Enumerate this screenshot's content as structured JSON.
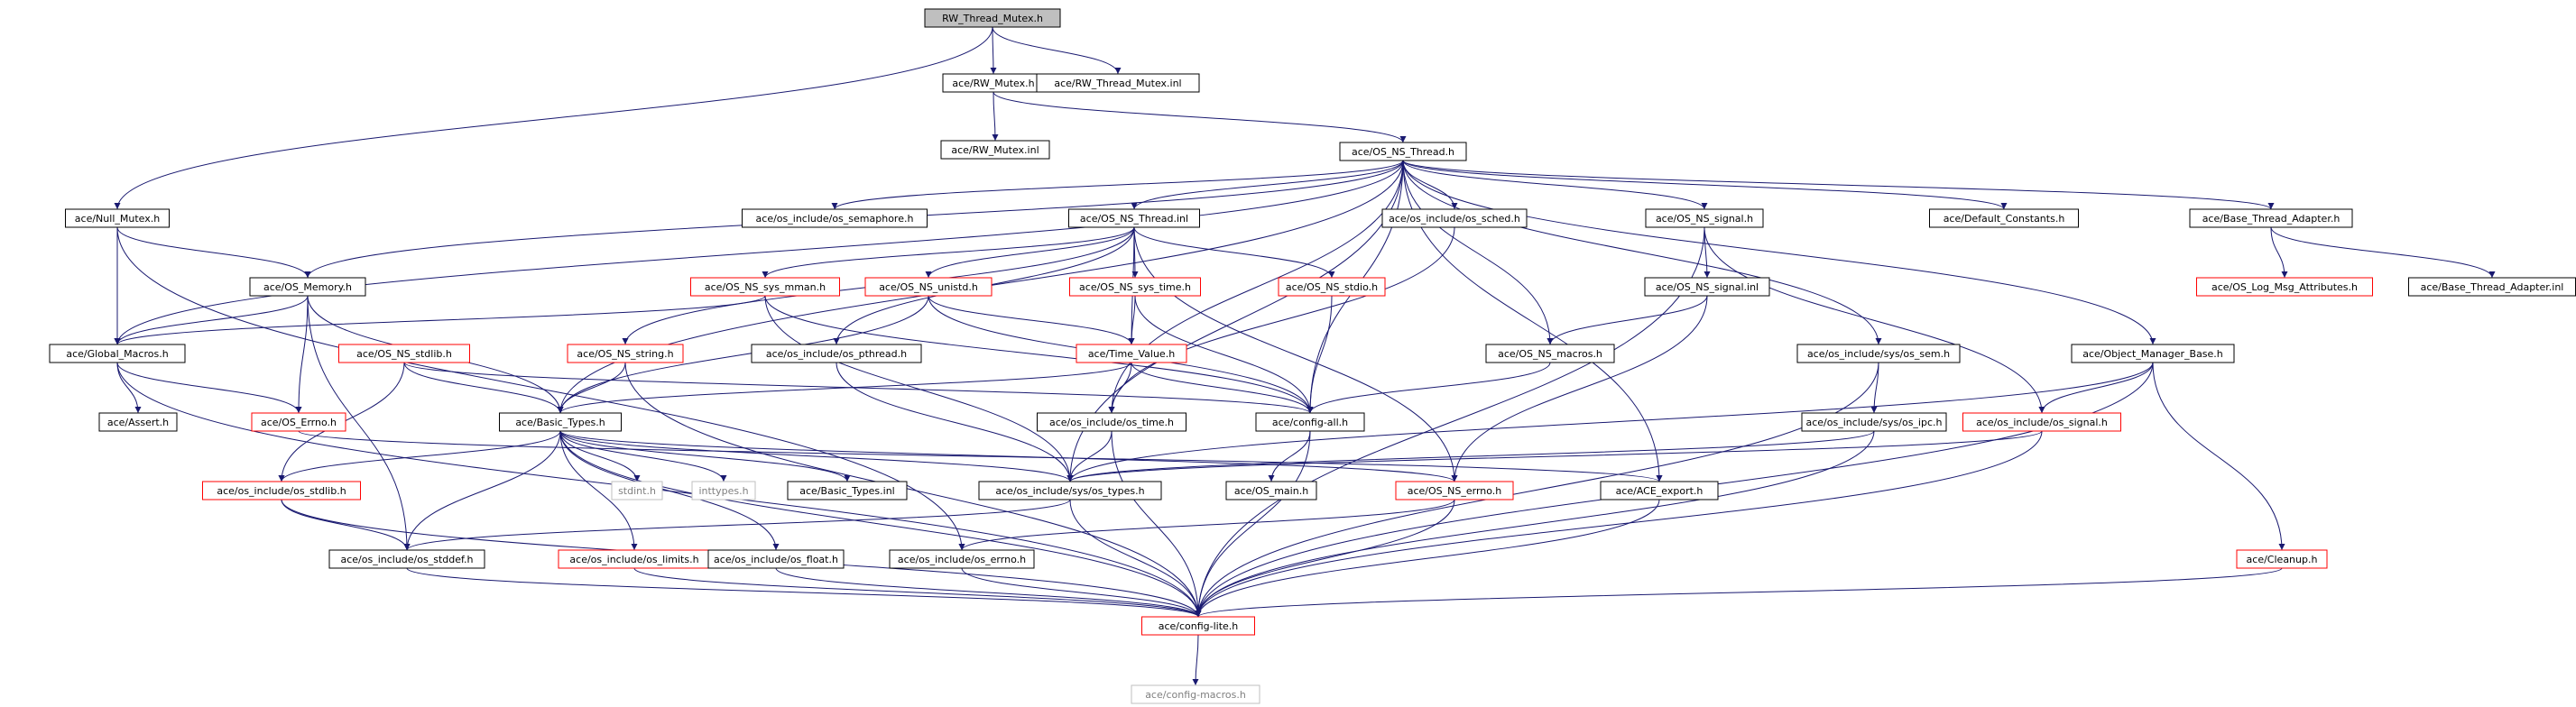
{
  "colors": {
    "edge": "#191970",
    "border_normal": "#000000",
    "border_truncated": "#ff0000",
    "border_external": "#bfbfbf",
    "root_fill": "#bfbfbf",
    "text_normal": "#000000",
    "text_external": "#808080"
  },
  "nodes": [
    {
      "id": "n0",
      "label": "RW_Thread_Mutex.h",
      "style": "root"
    },
    {
      "id": "n1",
      "label": "ace/RW_Mutex.h",
      "style": "normal"
    },
    {
      "id": "n2",
      "label": "ace/RW_Thread_Mutex.inl",
      "style": "normal"
    },
    {
      "id": "n3",
      "label": "ace/RW_Mutex.inl",
      "style": "normal"
    },
    {
      "id": "n4",
      "label": "ace/OS_NS_Thread.h",
      "style": "normal"
    },
    {
      "id": "n5",
      "label": "ace/Null_Mutex.h",
      "style": "normal"
    },
    {
      "id": "n6",
      "label": "ace/os_include/os_semaphore.h",
      "style": "normal"
    },
    {
      "id": "n7",
      "label": "ace/OS_NS_Thread.inl",
      "style": "normal"
    },
    {
      "id": "n8",
      "label": "ace/os_include/os_sched.h",
      "style": "normal"
    },
    {
      "id": "n9",
      "label": "ace/OS_NS_signal.h",
      "style": "normal"
    },
    {
      "id": "n10",
      "label": "ace/Default_Constants.h",
      "style": "normal"
    },
    {
      "id": "n11",
      "label": "ace/Base_Thread_Adapter.h",
      "style": "normal"
    },
    {
      "id": "n12",
      "label": "ace/OS_Memory.h",
      "style": "normal"
    },
    {
      "id": "n13",
      "label": "ace/OS_NS_sys_mman.h",
      "style": "truncated"
    },
    {
      "id": "n14",
      "label": "ace/OS_NS_unistd.h",
      "style": "truncated"
    },
    {
      "id": "n15",
      "label": "ace/OS_NS_sys_time.h",
      "style": "truncated"
    },
    {
      "id": "n16",
      "label": "ace/OS_NS_stdio.h",
      "style": "truncated"
    },
    {
      "id": "n17",
      "label": "ace/OS_NS_signal.inl",
      "style": "normal"
    },
    {
      "id": "n18",
      "label": "ace/OS_Log_Msg_Attributes.h",
      "style": "truncated"
    },
    {
      "id": "n19",
      "label": "ace/Base_Thread_Adapter.inl",
      "style": "normal"
    },
    {
      "id": "n20",
      "label": "ace/Global_Macros.h",
      "style": "normal"
    },
    {
      "id": "n21",
      "label": "ace/OS_NS_stdlib.h",
      "style": "truncated"
    },
    {
      "id": "n22",
      "label": "ace/OS_NS_string.h",
      "style": "truncated"
    },
    {
      "id": "n23",
      "label": "ace/os_include/os_pthread.h",
      "style": "normal"
    },
    {
      "id": "n24",
      "label": "ace/Time_Value.h",
      "style": "truncated"
    },
    {
      "id": "n25",
      "label": "ace/OS_NS_macros.h",
      "style": "normal"
    },
    {
      "id": "n26",
      "label": "ace/os_include/sys/os_sem.h",
      "style": "normal"
    },
    {
      "id": "n27",
      "label": "ace/Object_Manager_Base.h",
      "style": "normal"
    },
    {
      "id": "n28",
      "label": "ace/Assert.h",
      "style": "normal"
    },
    {
      "id": "n29",
      "label": "ace/OS_Errno.h",
      "style": "truncated"
    },
    {
      "id": "n30",
      "label": "ace/Basic_Types.h",
      "style": "normal"
    },
    {
      "id": "n31",
      "label": "ace/os_include/os_time.h",
      "style": "normal"
    },
    {
      "id": "n32",
      "label": "ace/config-all.h",
      "style": "normal"
    },
    {
      "id": "n33",
      "label": "ace/os_include/sys/os_ipc.h",
      "style": "normal"
    },
    {
      "id": "n34",
      "label": "ace/os_include/os_signal.h",
      "style": "truncated"
    },
    {
      "id": "n35",
      "label": "ace/os_include/os_stdlib.h",
      "style": "truncated"
    },
    {
      "id": "n36",
      "label": "stdint.h",
      "style": "external"
    },
    {
      "id": "n37",
      "label": "inttypes.h",
      "style": "external"
    },
    {
      "id": "n38",
      "label": "ace/Basic_Types.inl",
      "style": "normal"
    },
    {
      "id": "n39",
      "label": "ace/os_include/sys/os_types.h",
      "style": "normal"
    },
    {
      "id": "n40",
      "label": "ace/OS_main.h",
      "style": "normal"
    },
    {
      "id": "n41",
      "label": "ace/OS_NS_errno.h",
      "style": "truncated"
    },
    {
      "id": "n42",
      "label": "ace/ACE_export.h",
      "style": "normal"
    },
    {
      "id": "n43",
      "label": "ace/os_include/os_stddef.h",
      "style": "normal"
    },
    {
      "id": "n44",
      "label": "ace/os_include/os_limits.h",
      "style": "truncated"
    },
    {
      "id": "n45",
      "label": "ace/os_include/os_float.h",
      "style": "normal"
    },
    {
      "id": "n46",
      "label": "ace/os_include/os_errno.h",
      "style": "normal"
    },
    {
      "id": "n47",
      "label": "ace/Cleanup.h",
      "style": "truncated"
    },
    {
      "id": "n48",
      "label": "ace/config-lite.h",
      "style": "truncated"
    },
    {
      "id": "n49",
      "label": "ace/config-macros.h",
      "style": "external"
    }
  ],
  "edges": [
    [
      "n0",
      "n1"
    ],
    [
      "n0",
      "n2"
    ],
    [
      "n0",
      "n5"
    ],
    [
      "n1",
      "n3"
    ],
    [
      "n1",
      "n4"
    ],
    [
      "n4",
      "n6"
    ],
    [
      "n4",
      "n7"
    ],
    [
      "n4",
      "n8"
    ],
    [
      "n4",
      "n9"
    ],
    [
      "n4",
      "n10"
    ],
    [
      "n4",
      "n11"
    ],
    [
      "n4",
      "n12"
    ],
    [
      "n4",
      "n20"
    ],
    [
      "n4",
      "n30"
    ],
    [
      "n4",
      "n31"
    ],
    [
      "n4",
      "n32"
    ],
    [
      "n4",
      "n25"
    ],
    [
      "n4",
      "n26"
    ],
    [
      "n4",
      "n27"
    ],
    [
      "n4",
      "n42"
    ],
    [
      "n4",
      "n39"
    ],
    [
      "n5",
      "n12"
    ],
    [
      "n5",
      "n20"
    ],
    [
      "n5",
      "n46"
    ],
    [
      "n7",
      "n13"
    ],
    [
      "n7",
      "n14"
    ],
    [
      "n7",
      "n15"
    ],
    [
      "n7",
      "n16"
    ],
    [
      "n7",
      "n22"
    ],
    [
      "n7",
      "n24"
    ],
    [
      "n7",
      "n41"
    ],
    [
      "n7",
      "n23"
    ],
    [
      "n8",
      "n31"
    ],
    [
      "n9",
      "n17"
    ],
    [
      "n9",
      "n34"
    ],
    [
      "n9",
      "n48"
    ],
    [
      "n11",
      "n18"
    ],
    [
      "n11",
      "n19"
    ],
    [
      "n12",
      "n20"
    ],
    [
      "n12",
      "n29"
    ],
    [
      "n12",
      "n30"
    ],
    [
      "n12",
      "n43"
    ],
    [
      "n13",
      "n20"
    ],
    [
      "n13",
      "n39"
    ],
    [
      "n13",
      "n32"
    ],
    [
      "n14",
      "n30"
    ],
    [
      "n14",
      "n24"
    ],
    [
      "n14",
      "n32"
    ],
    [
      "n15",
      "n24"
    ],
    [
      "n15",
      "n32"
    ],
    [
      "n16",
      "n32"
    ],
    [
      "n17",
      "n25"
    ],
    [
      "n17",
      "n41"
    ],
    [
      "n20",
      "n28"
    ],
    [
      "n20",
      "n29"
    ],
    [
      "n20",
      "n48"
    ],
    [
      "n21",
      "n30"
    ],
    [
      "n21",
      "n35"
    ],
    [
      "n21",
      "n32"
    ],
    [
      "n22",
      "n30"
    ],
    [
      "n22",
      "n48"
    ],
    [
      "n23",
      "n39"
    ],
    [
      "n24",
      "n30"
    ],
    [
      "n24",
      "n31"
    ],
    [
      "n24",
      "n32"
    ],
    [
      "n25",
      "n32"
    ],
    [
      "n26",
      "n33"
    ],
    [
      "n26",
      "n48"
    ],
    [
      "n27",
      "n34"
    ],
    [
      "n27",
      "n47"
    ],
    [
      "n27",
      "n39"
    ],
    [
      "n27",
      "n48"
    ],
    [
      "n29",
      "n42"
    ],
    [
      "n30",
      "n35"
    ],
    [
      "n30",
      "n36"
    ],
    [
      "n30",
      "n37"
    ],
    [
      "n30",
      "n38"
    ],
    [
      "n30",
      "n39"
    ],
    [
      "n30",
      "n43"
    ],
    [
      "n30",
      "n44"
    ],
    [
      "n30",
      "n45"
    ],
    [
      "n30",
      "n48"
    ],
    [
      "n30",
      "n41"
    ],
    [
      "n31",
      "n39"
    ],
    [
      "n31",
      "n48"
    ],
    [
      "n32",
      "n40"
    ],
    [
      "n32",
      "n48"
    ],
    [
      "n33",
      "n39"
    ],
    [
      "n33",
      "n48"
    ],
    [
      "n34",
      "n39"
    ],
    [
      "n34",
      "n48"
    ],
    [
      "n35",
      "n43"
    ],
    [
      "n35",
      "n48"
    ],
    [
      "n39",
      "n43"
    ],
    [
      "n39",
      "n48"
    ],
    [
      "n41",
      "n46"
    ],
    [
      "n41",
      "n48"
    ],
    [
      "n42",
      "n48"
    ],
    [
      "n43",
      "n48"
    ],
    [
      "n44",
      "n48"
    ],
    [
      "n45",
      "n48"
    ],
    [
      "n46",
      "n48"
    ],
    [
      "n47",
      "n48"
    ],
    [
      "n48",
      "n49"
    ]
  ]
}
